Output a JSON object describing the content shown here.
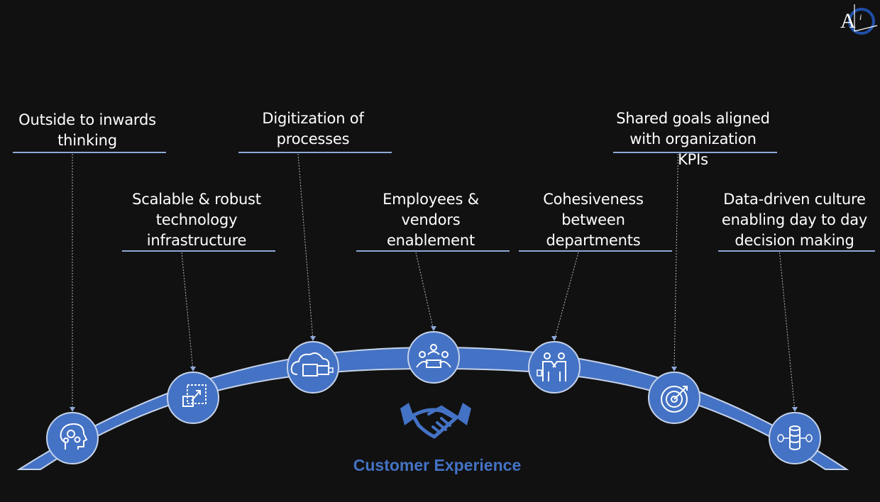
{
  "nodes": [
    {
      "id": "outside-in",
      "label": "Outside to inwards\nthinking",
      "icon": "head-gears-icon"
    },
    {
      "id": "scalable",
      "label": "Scalable & robust\ntechnology\ninfrastructure",
      "icon": "scale-arrow-icon"
    },
    {
      "id": "digitization",
      "label": "Digitization of\nprocesses",
      "icon": "cloud-usb-icon"
    },
    {
      "id": "enablement",
      "label": "Employees &\nvendors\nenablement",
      "icon": "meeting-people-icon"
    },
    {
      "id": "cohesiveness",
      "label": "Cohesiveness\nbetween\ndepartments",
      "icon": "handshake-people-icon"
    },
    {
      "id": "shared-goals",
      "label": "Shared goals aligned\nwith organization KPIs",
      "icon": "target-icon"
    },
    {
      "id": "data-driven",
      "label": "Data-driven culture\nenabling day to day\ndecision making",
      "icon": "database-network-icon"
    }
  ],
  "center": {
    "label": "Customer Experience",
    "icon": "handshake-icon"
  },
  "logo": {
    "text": "A",
    "sub": "i"
  },
  "colors": {
    "background": "#111111",
    "accent": "#4472c4",
    "arc_outline": "#c5d3ea",
    "line": "#8ea9d8",
    "text": "#ffffff"
  }
}
